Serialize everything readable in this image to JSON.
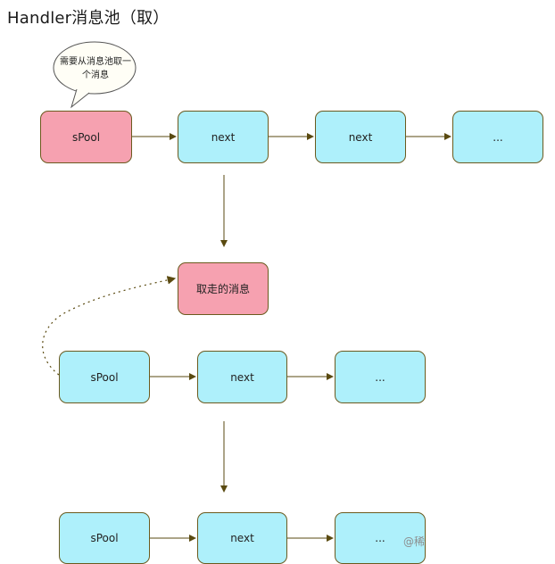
{
  "title": "Handler消息池（取）",
  "bubble": {
    "text": "需要从消息池取一个消息"
  },
  "row1": {
    "nodes": [
      "sPool",
      "next",
      "next",
      "..."
    ]
  },
  "taken": {
    "label": "取走的消息"
  },
  "row2": {
    "nodes": [
      "sPool",
      "next",
      "..."
    ]
  },
  "row3": {
    "nodes": [
      "sPool",
      "next",
      "..."
    ]
  },
  "watermark": "@稀",
  "colors": {
    "cyan": "#aef0fb",
    "pink": "#f6a1b0",
    "border": "#6b5a1e",
    "arrow": "#5a4a10"
  }
}
